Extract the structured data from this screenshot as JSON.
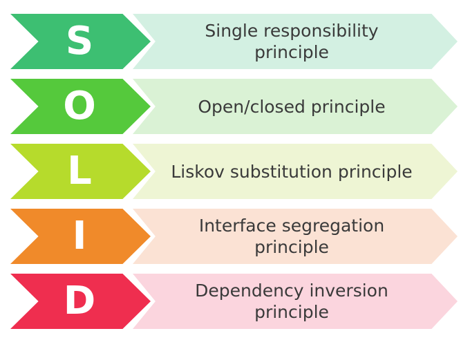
{
  "items": [
    {
      "letter": "S",
      "label": "Single responsibility\nprinciple",
      "letter_color": "#3dbf72",
      "label_color": "#d3f0e2"
    },
    {
      "letter": "O",
      "label": "Open/closed principle",
      "letter_color": "#55c93c",
      "label_color": "#daf2d5"
    },
    {
      "letter": "L",
      "label": "Liskov substitution principle",
      "letter_color": "#b6db2c",
      "label_color": "#eef5d4"
    },
    {
      "letter": "I",
      "label": "Interface segregation\nprinciple",
      "letter_color": "#f08a2a",
      "label_color": "#fbe2d4"
    },
    {
      "letter": "D",
      "label": "Dependency inversion\nprinciple",
      "letter_color": "#ef2e4f",
      "label_color": "#fbd5de"
    }
  ]
}
